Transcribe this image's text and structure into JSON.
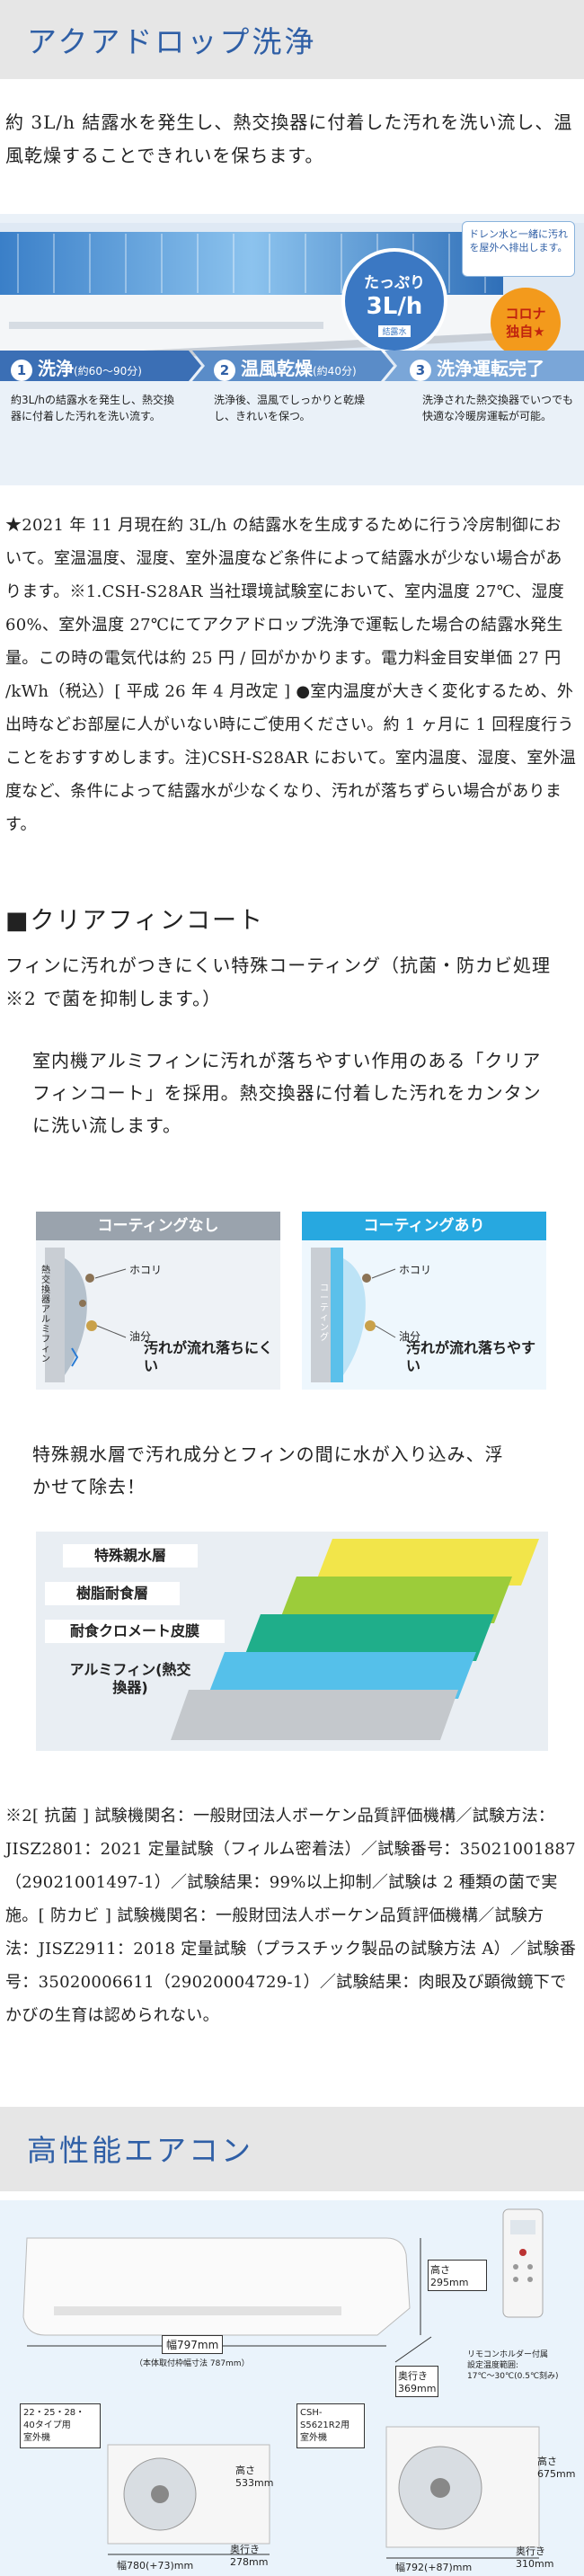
{
  "section1": {
    "heading": "アクアドロップ洗浄",
    "intro": "約 3L/h 結露水を発生し、熱交換器に付着した汚れを洗い流し、温風乾燥することできれいを保ちます。",
    "banner": {
      "callout": "ドレン水と一緒に汚れを屋外へ排出します。",
      "badge_top": "たっぷり",
      "badge_main": "3L/h",
      "badge_tag": "結露水",
      "corona_line1": "コロナ",
      "corona_line2": "独自★",
      "steps": [
        {
          "num": "1",
          "title": "洗浄",
          "sub": "(約60〜90分)",
          "desc": "約3L/hの結露水を発生し、熱交換器に付着した汚れを洗い流す。"
        },
        {
          "num": "2",
          "title": "温風乾燥",
          "sub": "(約40分)",
          "desc": "洗浄後、温風でしっかりと乾燥し、きれいを保つ。"
        },
        {
          "num": "3",
          "title": "洗浄運転完了",
          "sub": "",
          "desc": "洗浄された熱交換器でいつでも快適な冷暖房運転が可能。"
        }
      ]
    },
    "note": "★2021 年 11 月現在約 3L/h の結露水を生成するために行う冷房制御において。室温温度、湿度、室外温度など条件によって結露水が少ない場合があります。※1.CSH-S28AR 当社環境試験室において、室内温度 27℃、湿度 60%、室外温度 27℃にてアクアドロップ洗浄で運転した場合の結露水発生量。この時の電気代は約 25 円 / 回がかかります。電力料金目安単価 27 円 /kWh（税込）[ 平成 26 年 4 月改定 ] ●室内温度が大きく変化するため、外出時などお部屋に人がいない時にご使用ください。約 1 ヶ月に 1 回程度行うことをおすすめします。注)CSH-S28AR において。室内温度、湿度、室外温度など、条件によって結露水が少なくなり、汚れが落ちずらい場合があります。"
  },
  "section2": {
    "heading": "■クリアフィンコート",
    "intro": "フィンに汚れがつきにくい特殊コーティング（抗菌・防カビ処理※2 で菌を抑制します。）",
    "desc1": "室内機アルミフィンに汚れが落ちやすい作用のある「クリアフィンコート」を採用。熱交換器に付着した汚れをカンタンに洗い流します。",
    "compare": {
      "left": {
        "header": "コーティングなし",
        "fin_label": "熱交換器アルミフィン",
        "dust": "ホコリ",
        "oil": "油分",
        "result": "汚れが流れ落ちにくい"
      },
      "right": {
        "header": "コーティングあり",
        "coating_label": "コーティング",
        "dust": "ホコリ",
        "oil": "油分",
        "result": "汚れが流れ落ちやすい"
      }
    },
    "desc2": "特殊親水層で汚れ成分とフィンの間に水が入り込み、浮かせて除去！",
    "layers": [
      "特殊親水層",
      "樹脂耐食層",
      "耐食クロメート皮膜",
      "アルミフィン(熱交換器)"
    ],
    "note": "※2[ 抗菌 ] 試験機関名：一般財団法人ボーケン品質評価機構／試験方法：JISZ2801：2021 定量試験（フィルム密着法）／試験番号：35021001887（29021001497-1）／試験結果：99%以上抑制／試験は 2 種類の菌で実施。[ 防カビ ] 試験機関名：一般財団法人ボーケン品質評価機構／試験方法：JISZ2911：2018 定量試験（プラスチック製品の試験方法 A）／試験番号：35020006611（29020004729-1）／試験結果：肉眼及び顕微鏡下でかびの生育は認められない。"
  },
  "section3": {
    "heading": "高性能エアコン",
    "indoor": {
      "height": "高さ\n295mm",
      "width": "幅797mm",
      "width_note": "（本体取付枠幅寸法 787mm）",
      "depth": "奥行き\n369mm"
    },
    "remote": {
      "note": "リモコンホルダー付属\n設定温度範囲:\n17℃〜30℃(0.5℃刻み)"
    },
    "outdoor_small": {
      "label": "22・25・28・\n40タイプ用\n室外機",
      "height": "高さ\n533mm",
      "width": "幅780(+73)mm",
      "depth": "奥行き\n278mm"
    },
    "outdoor_large": {
      "label": "CSH-\nS5621R2用\n室外機",
      "height": "高さ\n675mm",
      "width": "幅792(+87)mm",
      "depth": "奥行き\n310mm"
    }
  },
  "colors": {
    "heading_blue": "#2f5fa6",
    "step_blue": "#3b6fb5",
    "corona_orange": "#f39a1c",
    "no_coat_gray": "#9aa3ad",
    "coat_blue": "#27a8e0"
  }
}
